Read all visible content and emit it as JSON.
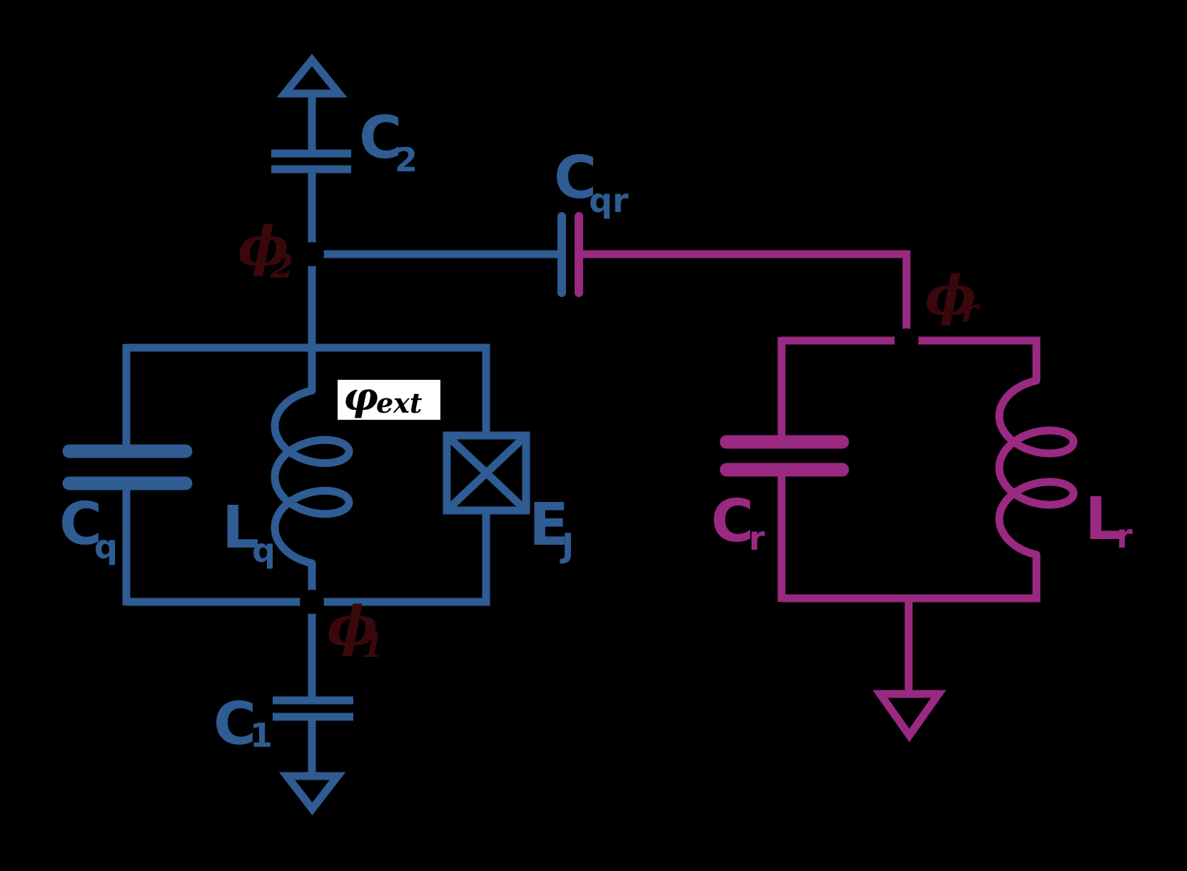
{
  "colors": {
    "background": "#000000",
    "qubit_blue": "#2e5c93",
    "resonator_pink": "#9a2982",
    "node_label_maroon": "#3a080c",
    "node_dot": "#000000",
    "flux_box_bg": "#ffffff",
    "flux_text": "#000000"
  },
  "labels": {
    "c2": {
      "base": "C",
      "sub": "2"
    },
    "cqr": {
      "base": "C",
      "sub": "qr"
    },
    "cq": {
      "base": "C",
      "sub": "q"
    },
    "lq": {
      "base": "L",
      "sub": "q"
    },
    "ej": {
      "base": "E",
      "sub": "J"
    },
    "c1": {
      "base": "C",
      "sub": "1"
    },
    "cr": {
      "base": "C",
      "sub": "r"
    },
    "lr": {
      "base": "L",
      "sub": "r"
    },
    "phi2": {
      "base": "ϕ",
      "sub": "2"
    },
    "phi1": {
      "base": "ϕ",
      "sub": "1"
    },
    "phir": {
      "base": "ϕ",
      "sub": "r"
    },
    "phi_ext": {
      "base": "φ",
      "sub": "ext"
    }
  }
}
